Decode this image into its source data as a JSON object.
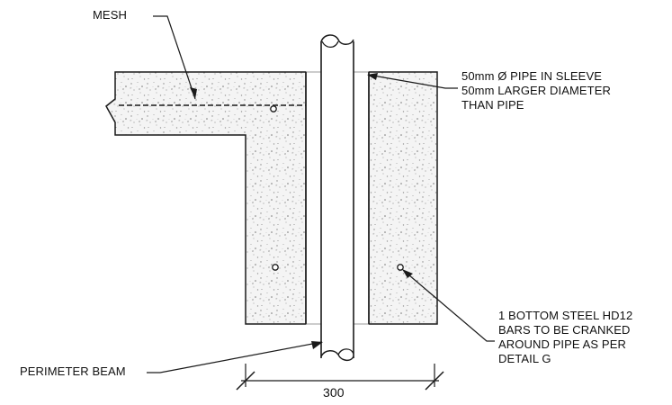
{
  "colors": {
    "line": "#1a1a1a",
    "concrete_fill": "#f4f4f4",
    "speckle": "#7a7a7a"
  },
  "labels": {
    "mesh": "MESH",
    "pipe_sleeve": [
      "50mm Ø PIPE IN SLEEVE",
      "50mm LARGER DIAMETER",
      "THAN PIPE"
    ],
    "bottom_steel": [
      "1 BOTTOM STEEL HD12",
      "BARS TO BE CRANKED",
      "AROUND PIPE AS PER",
      "DETAIL G"
    ],
    "perimeter_beam": "PERIMETER BEAM",
    "dimension": "300"
  }
}
